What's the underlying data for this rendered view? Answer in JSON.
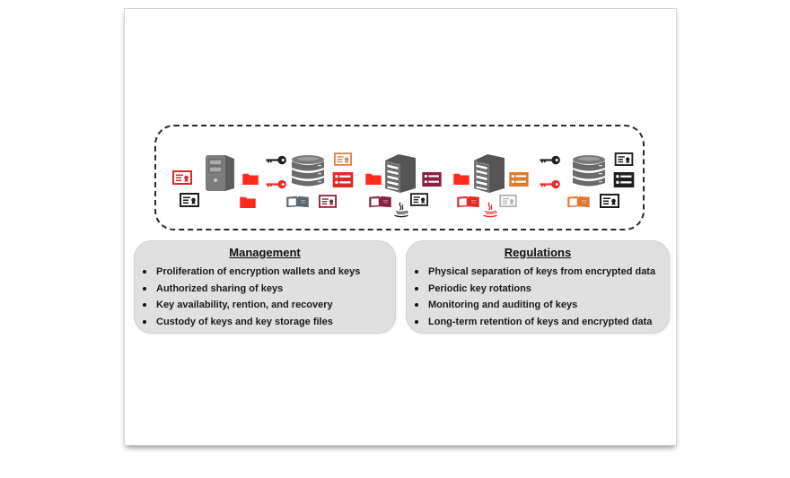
{
  "diagram": {
    "title": "Key management and regulation challenges",
    "icons": [
      {
        "name": "certificate-icon",
        "color": "#e02a2a"
      },
      {
        "name": "certificate-icon",
        "color": "#1e1e1e"
      },
      {
        "name": "server-tower-icon",
        "color": "#6e6e6e"
      },
      {
        "name": "folder-icon",
        "color": "#ff2a1a"
      },
      {
        "name": "key-icon",
        "color": "#222222"
      },
      {
        "name": "key-icon",
        "color": "#ee2a2a"
      },
      {
        "name": "database-icon",
        "color": "#6e6e6e"
      },
      {
        "name": "certificate-icon",
        "color": "#e08040"
      },
      {
        "name": "user-list-card-icon",
        "color": "#e02a2a"
      },
      {
        "name": "wallet-icon",
        "color": "#5a6670"
      },
      {
        "name": "certificate-icon",
        "color": "#8a2040"
      },
      {
        "name": "server-rack-icon",
        "color": "#6e6e6e"
      },
      {
        "name": "user-list-card-icon",
        "color": "#8a2040"
      },
      {
        "name": "wallet-icon",
        "color": "#8a2040"
      },
      {
        "name": "java-icon",
        "color": "#222222"
      },
      {
        "name": "user-list-card-icon",
        "color": "#e07a30"
      },
      {
        "name": "wallet-icon",
        "color": "#e02a2a"
      },
      {
        "name": "java-icon",
        "color": "#e02a2a"
      },
      {
        "name": "certificate-icon",
        "color": "#b0b0b0"
      },
      {
        "name": "wallet-icon",
        "color": "#e07a30"
      },
      {
        "name": "user-list-card-icon",
        "color": "#1e1e1e"
      }
    ]
  },
  "management": {
    "title": "Management",
    "items": [
      "Proliferation of encryption wallets and keys",
      "Authorized sharing of keys",
      "Key availability, rention, and recovery",
      "Custody of keys and key storage files"
    ]
  },
  "regulations": {
    "title": "Regulations",
    "items": [
      "Physical separation of keys from encrypted data",
      "Periodic key rotations",
      "Monitoring and auditing of keys",
      "Long-term retention of keys and encrypted data"
    ]
  }
}
